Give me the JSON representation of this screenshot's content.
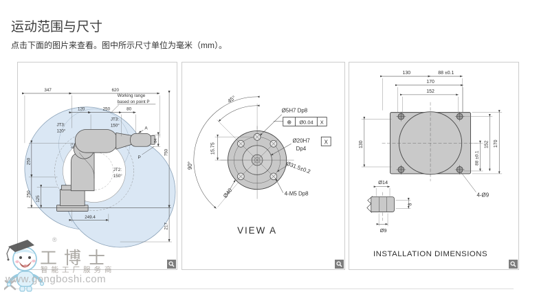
{
  "header": {
    "title": "运动范围与尺寸",
    "subtitle": "点击下面的图片来查看。图中所示尺寸单位为毫米（mm）。"
  },
  "colors": {
    "range_fill": "#dae7f4",
    "range_stroke": "#8ba2b8",
    "part_fill": "#c8c8c8",
    "drawing_line": "#444444",
    "panel_border": "#cccccc",
    "magnifier_bg": "#7d7d7d",
    "title_text": "#3c3c3c",
    "watermark_text": "#8f8b85",
    "url_text": "#b9b9b9"
  },
  "panels": [
    {
      "id": "working-range",
      "dims": {
        "w347": "347",
        "w620": "620",
        "w120": "120",
        "w250": "250",
        "w80": "80",
        "note1": "Working range",
        "note2": "based on point P",
        "jt3l1": "JT3:",
        "jt3l2": "120°",
        "jt3r1": "JT3:",
        "jt3r2": "150°",
        "jt2s1": "JT2:",
        "jt2s2": "60°",
        "jt2r1": "JT2:",
        "jt2r2": "150°",
        "h250a": "250",
        "h250b": "250",
        "h125": "125",
        "w2494": "249.4",
        "h750": "750",
        "h217": "217",
        "h84": "84",
        "pointP": "P",
        "viewArrow": "A"
      }
    },
    {
      "id": "view-a",
      "caption": "VIEW  A",
      "dims": {
        "a45": "45°",
        "a90": "90°",
        "d1575": "15.75",
        "pin": "Ø5H7 Dp8",
        "fcf_sym": "⊕",
        "fcf_tol": "Ø0.04",
        "fcf_datum": "X",
        "bore": "Ø20H7",
        "bore_dp": "Dp4",
        "datum": "X",
        "bcd": "Ø31.5±0.2",
        "od": "Ø40",
        "taps": "4-M5 Dp8"
      }
    },
    {
      "id": "installation",
      "caption": "INSTALLATION DIMENSIONS",
      "dims": {
        "t130": "130",
        "t88": "88 ±0.1",
        "t170": "170",
        "t152": "152",
        "l130": "130",
        "r88": "88 ±0.1",
        "r152": "152",
        "r170": "170",
        "d14": "Ø14",
        "d8": "8",
        "d9": "Ø9",
        "holes": "4-Ø9"
      }
    }
  ],
  "watermark": {
    "registered": "®",
    "brand": "工博士",
    "tagline": "智能工厂服务商",
    "url": "www.gongboshi.com"
  }
}
